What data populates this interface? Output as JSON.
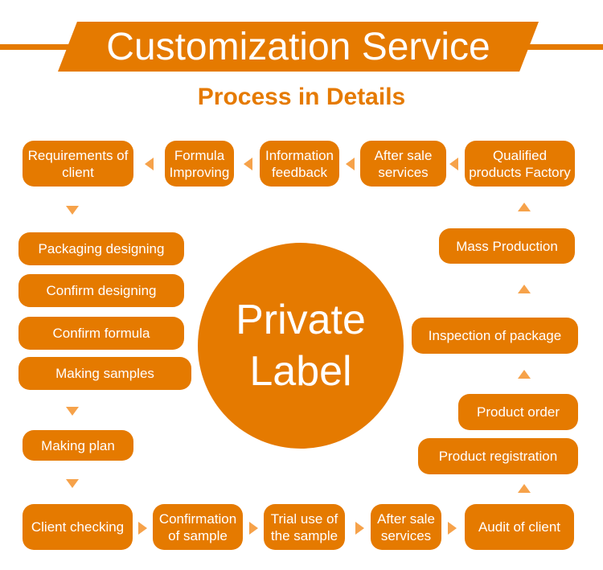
{
  "header": {
    "title": "Customization Service",
    "subtitle": "Process in Details"
  },
  "center": {
    "line1": "Private",
    "line2": "Label"
  },
  "top_row": [
    "Requirements of client",
    "Formula Improving",
    "Information feedback",
    "After sale services",
    "Qualified products Factory"
  ],
  "left_column": [
    "Packaging designing",
    "Confirm designing",
    "Confirm formula",
    "Making samples",
    "Making plan"
  ],
  "bottom_row": [
    "Client checking",
    "Confirmation of sample",
    "Trial use of the sample",
    "After sale services",
    "Audit of client"
  ],
  "right_column": [
    "Mass Production",
    "Inspection of package",
    "Product order",
    "Product registration"
  ],
  "colors": {
    "primary": "#E57A00",
    "arrow": "#F6A24A"
  }
}
